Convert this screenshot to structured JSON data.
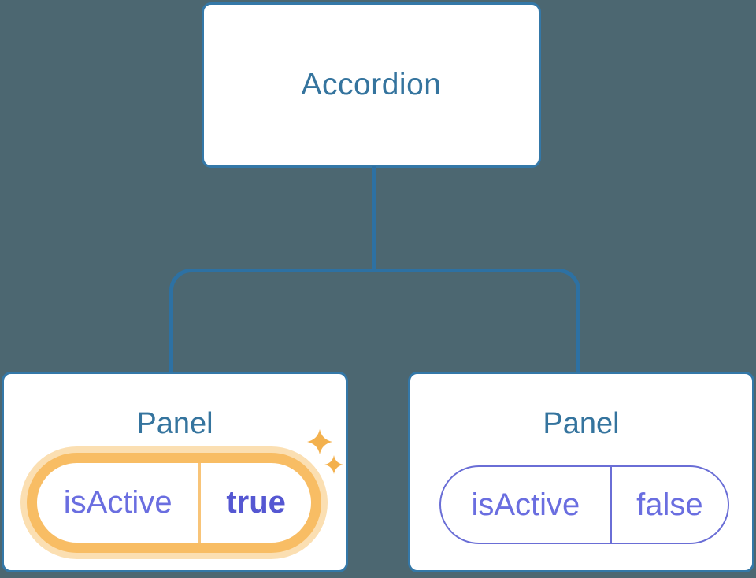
{
  "tree": {
    "root_label": "Accordion",
    "panels": [
      {
        "title": "Panel",
        "state_key": "isActive",
        "state_value": "true",
        "highlighted": true
      },
      {
        "title": "Panel",
        "state_key": "isActive",
        "state_value": "false",
        "highlighted": false
      }
    ]
  },
  "icons": {
    "sparkle": "sparkle-icon"
  },
  "colors": {
    "background": "#4c6771",
    "node_fill": "#ffffff",
    "node_border": "#3478a8",
    "connector": "#2d71a3",
    "title_text": "#35749e",
    "state_text": "#6a6ee0",
    "state_value_active_text": "#5557d2",
    "active_ring": "#f8bd64",
    "active_halo": "#fbdfb2",
    "active_divider": "#f8c478",
    "inactive_pill_border": "#6a6ed6",
    "sparkle": "#f3b14e"
  }
}
